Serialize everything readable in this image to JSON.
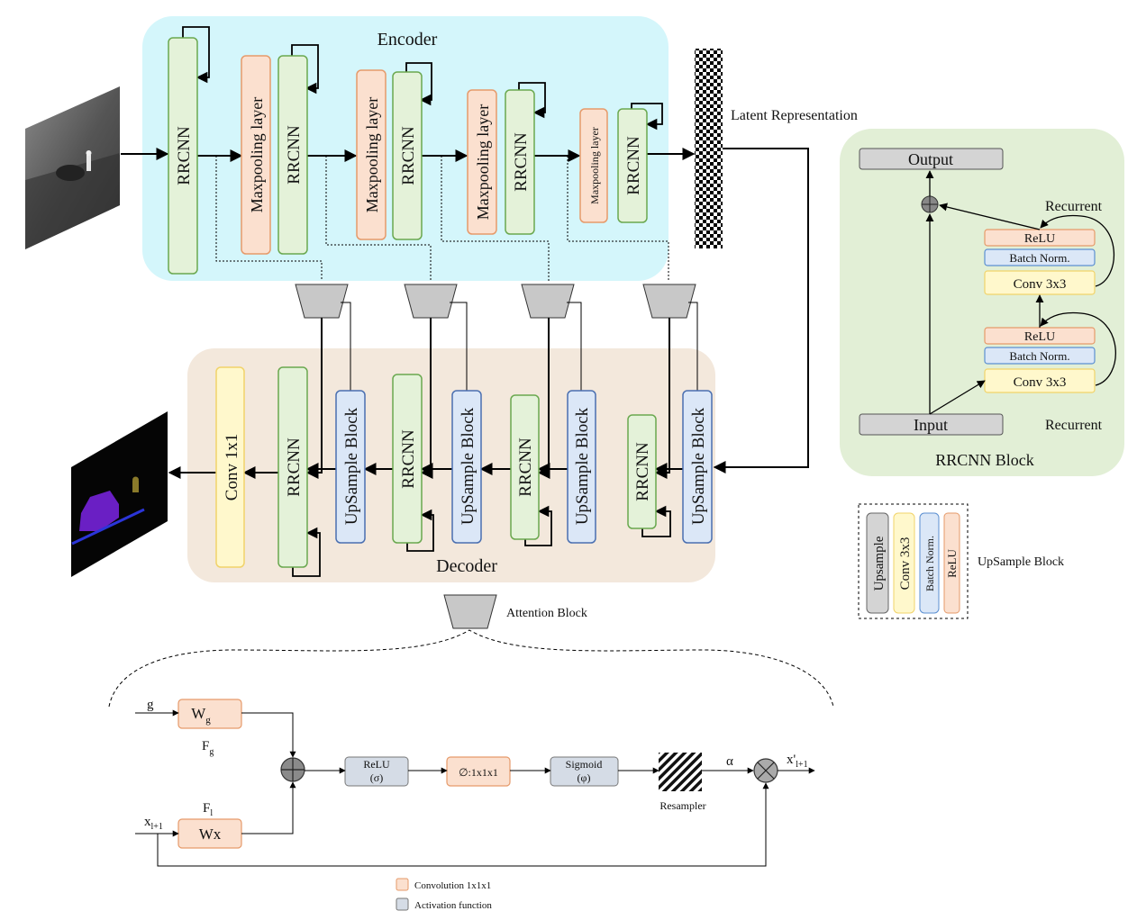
{
  "encoder": {
    "title": "Encoder",
    "rrcnn_label": "RRCNN",
    "maxpool_label": "Maxpooling layer",
    "latent_label": "Latent Representation"
  },
  "decoder": {
    "title": "Decoder",
    "rrcnn_label": "RRCNN",
    "upsample_label": "UpSample Block",
    "conv_label": "Conv 1x1"
  },
  "rrcnn_block": {
    "title": "RRCNN Block",
    "output": "Output",
    "input": "Input",
    "relu": "ReLU",
    "batch_norm": "Batch Norm.",
    "conv": "Conv 3x3",
    "recurrent": "Recurrent"
  },
  "upsample_legend": {
    "title": "UpSample Block",
    "upsample": "Upsample",
    "conv": "Conv 3x3",
    "batch_norm": "Batch Norm.",
    "relu": "ReLU"
  },
  "attention": {
    "title": "Attention Block",
    "g": "g",
    "wg": "W",
    "wg_sub": "g",
    "fg": "F",
    "fg_sub": "g",
    "xl": "x",
    "xl_sub": "l+1",
    "fl": "F",
    "fl_sub": "l",
    "wx": "Wx",
    "relu": "ReLU",
    "relu_sym": "(σ)",
    "conv": "∅:1x1x1",
    "sigmoid": "Sigmoid",
    "sigmoid_sym": "(φ)",
    "resampler": "Resampler",
    "alpha": "α",
    "out": "x'",
    "out_sub": "l+1"
  },
  "legend": {
    "convolution": "Convolution 1x1x1",
    "activation": "Activation function"
  },
  "colors": {
    "encoder_bg": "#d4f6fb",
    "decoder_bg": "#f3e8dc",
    "rrcnn_panel_bg": "#e2efd6",
    "rrcnn_fill": "#e4f2d9",
    "rrcnn_stroke": "#6aa84f",
    "maxpool_fill": "#fbe0cf",
    "maxpool_stroke": "#e69a6a",
    "upsample_fill": "#dbe7f7",
    "upsample_stroke": "#4a6fb0",
    "conv_fill": "#fff8cc",
    "conv_stroke": "#f1d36a",
    "gray_fill": "#d9d9d9",
    "act_fill": "#d5dce6"
  }
}
